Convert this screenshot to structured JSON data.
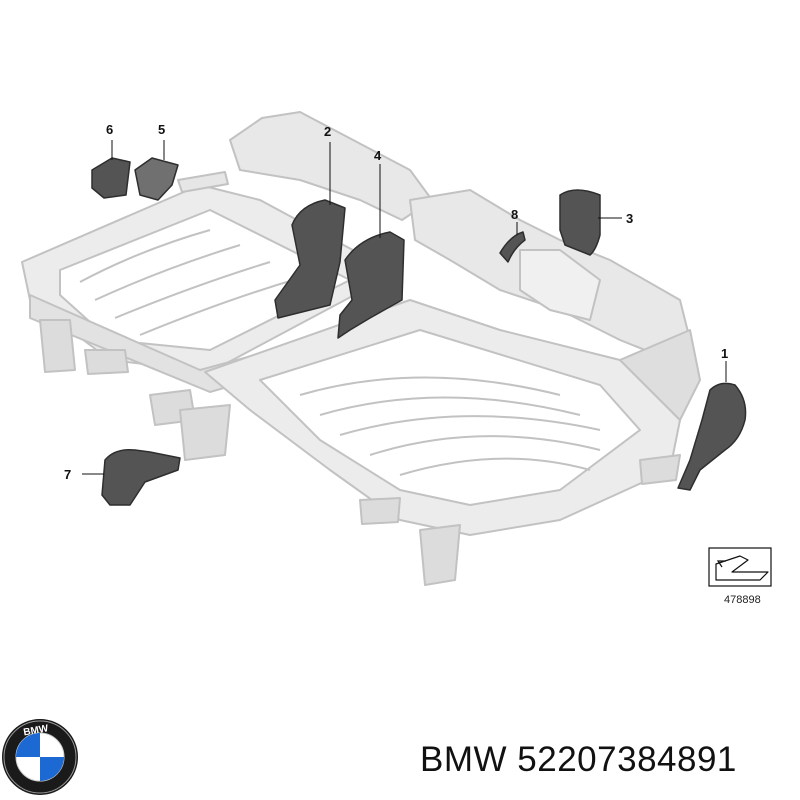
{
  "diagram": {
    "callouts": [
      {
        "id": "1",
        "label": "1"
      },
      {
        "id": "2",
        "label": "2"
      },
      {
        "id": "3",
        "label": "3"
      },
      {
        "id": "4",
        "label": "4"
      },
      {
        "id": "5",
        "label": "5"
      },
      {
        "id": "6",
        "label": "6"
      },
      {
        "id": "7",
        "label": "7"
      },
      {
        "id": "8",
        "label": "8"
      }
    ],
    "reference_code": "478898"
  },
  "brand": {
    "logo_text": "BMW",
    "caption_brand": "BMW",
    "caption_part_number": "52207384891",
    "colors": {
      "logo_blue": "#1c69d4",
      "logo_ring": "#1a1a1a",
      "frame_fill": "#e6e6e6",
      "frame_stroke": "#c4c4c4",
      "part_fill": "#505050"
    }
  }
}
